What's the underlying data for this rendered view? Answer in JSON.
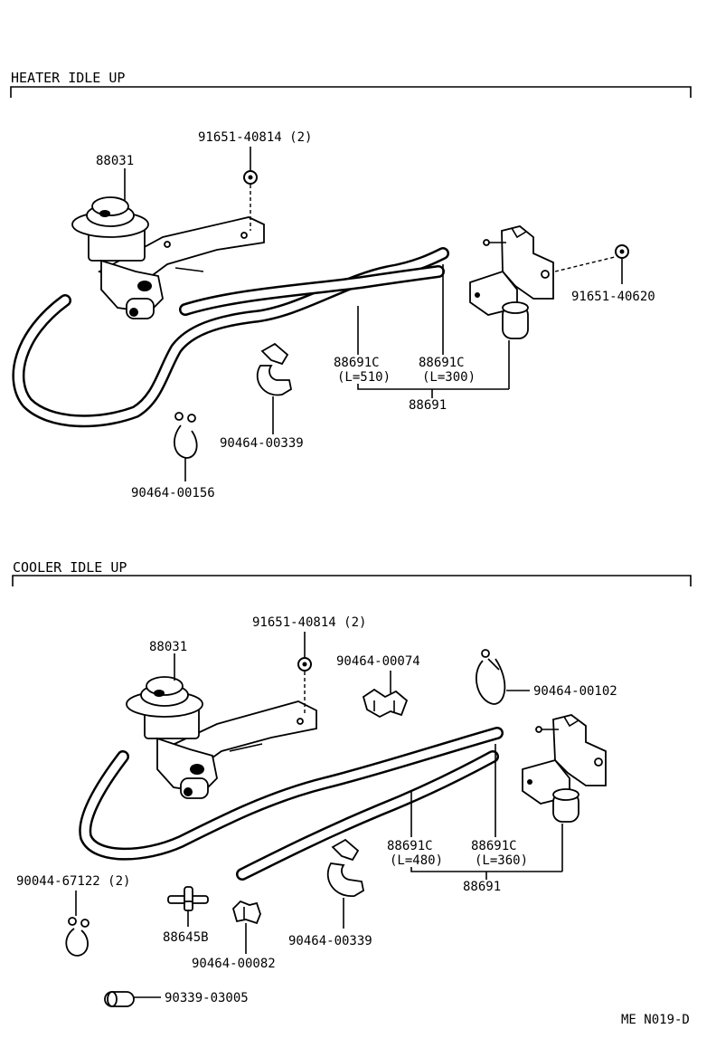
{
  "heater": {
    "title": "HEATER IDLE UP",
    "labels": {
      "actuator": "88031",
      "bolt_top": "91651-40814 (2)",
      "bolt_right": "91651-40620",
      "hose_a": "88691C",
      "hose_a_len": "(L=510)",
      "hose_b": "88691C",
      "hose_b_len": "(L=300)",
      "hose_set": "88691",
      "clamp_mid": "90464-00339",
      "clamp_low": "90464-00156"
    }
  },
  "cooler": {
    "title": "COOLER IDLE UP",
    "labels": {
      "actuator": "88031",
      "bolt_top": "91651-40814 (2)",
      "clip_top": "90464-00074",
      "clamp_right": "90464-00102",
      "hose_a": "88691C",
      "hose_a_len": "(L=480)",
      "hose_b": "88691C",
      "hose_b_len": "(L=360)",
      "hose_set": "88691",
      "clamp_left": "90044-67122 (2)",
      "tee": "88645B",
      "clip_small": "90464-00082",
      "clamp_mid": "90464-00339",
      "plug": "90339-03005"
    }
  },
  "footer": {
    "code": "ME N019-D"
  }
}
